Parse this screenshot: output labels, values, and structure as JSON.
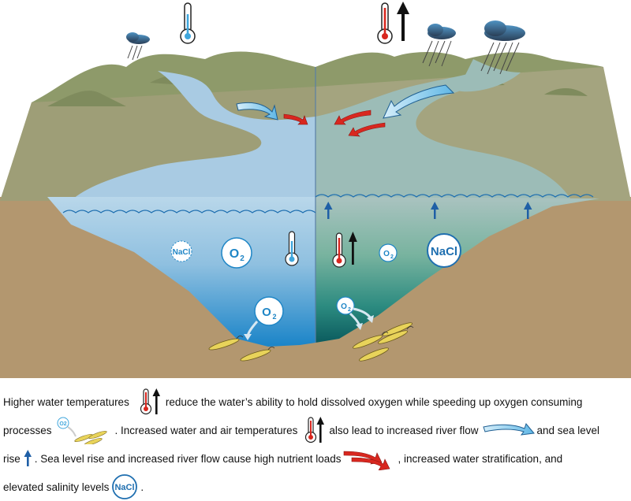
{
  "labels": {
    "o2": "O",
    "o2_sub": "2",
    "nacl": "NaCl"
  },
  "caption": {
    "line1_a": "Higher water temperatures",
    "line1_b": "reduce the water’s ability to hold dissolved oxygen while speeding up oxygen consuming",
    "line2_a": "processes",
    "line2_b": ".  Increased water and air temperatures",
    "line2_c": "also lead to increased river flow",
    "line2_d": "and sea level",
    "line3_a": "rise",
    "line3_b": ".  Sea level rise and increased river flow cause high nutrient loads",
    "line3_c": ", increased water stratification,  and",
    "line4_a": "elevated salinity levels",
    "line4_b": "."
  },
  "colors": {
    "land_top": "#9aa07a",
    "land_side": "#b8a07c",
    "water_left": "#9cc4de",
    "water_right": "#8fb4ad",
    "deep_left": "#1f86c6",
    "deep_right": "#0f6f6c",
    "warm_arrow": "#d8271f",
    "flow_arrow": "#7ac7ec",
    "sea_rise_arrow": "#1f5fa6"
  }
}
